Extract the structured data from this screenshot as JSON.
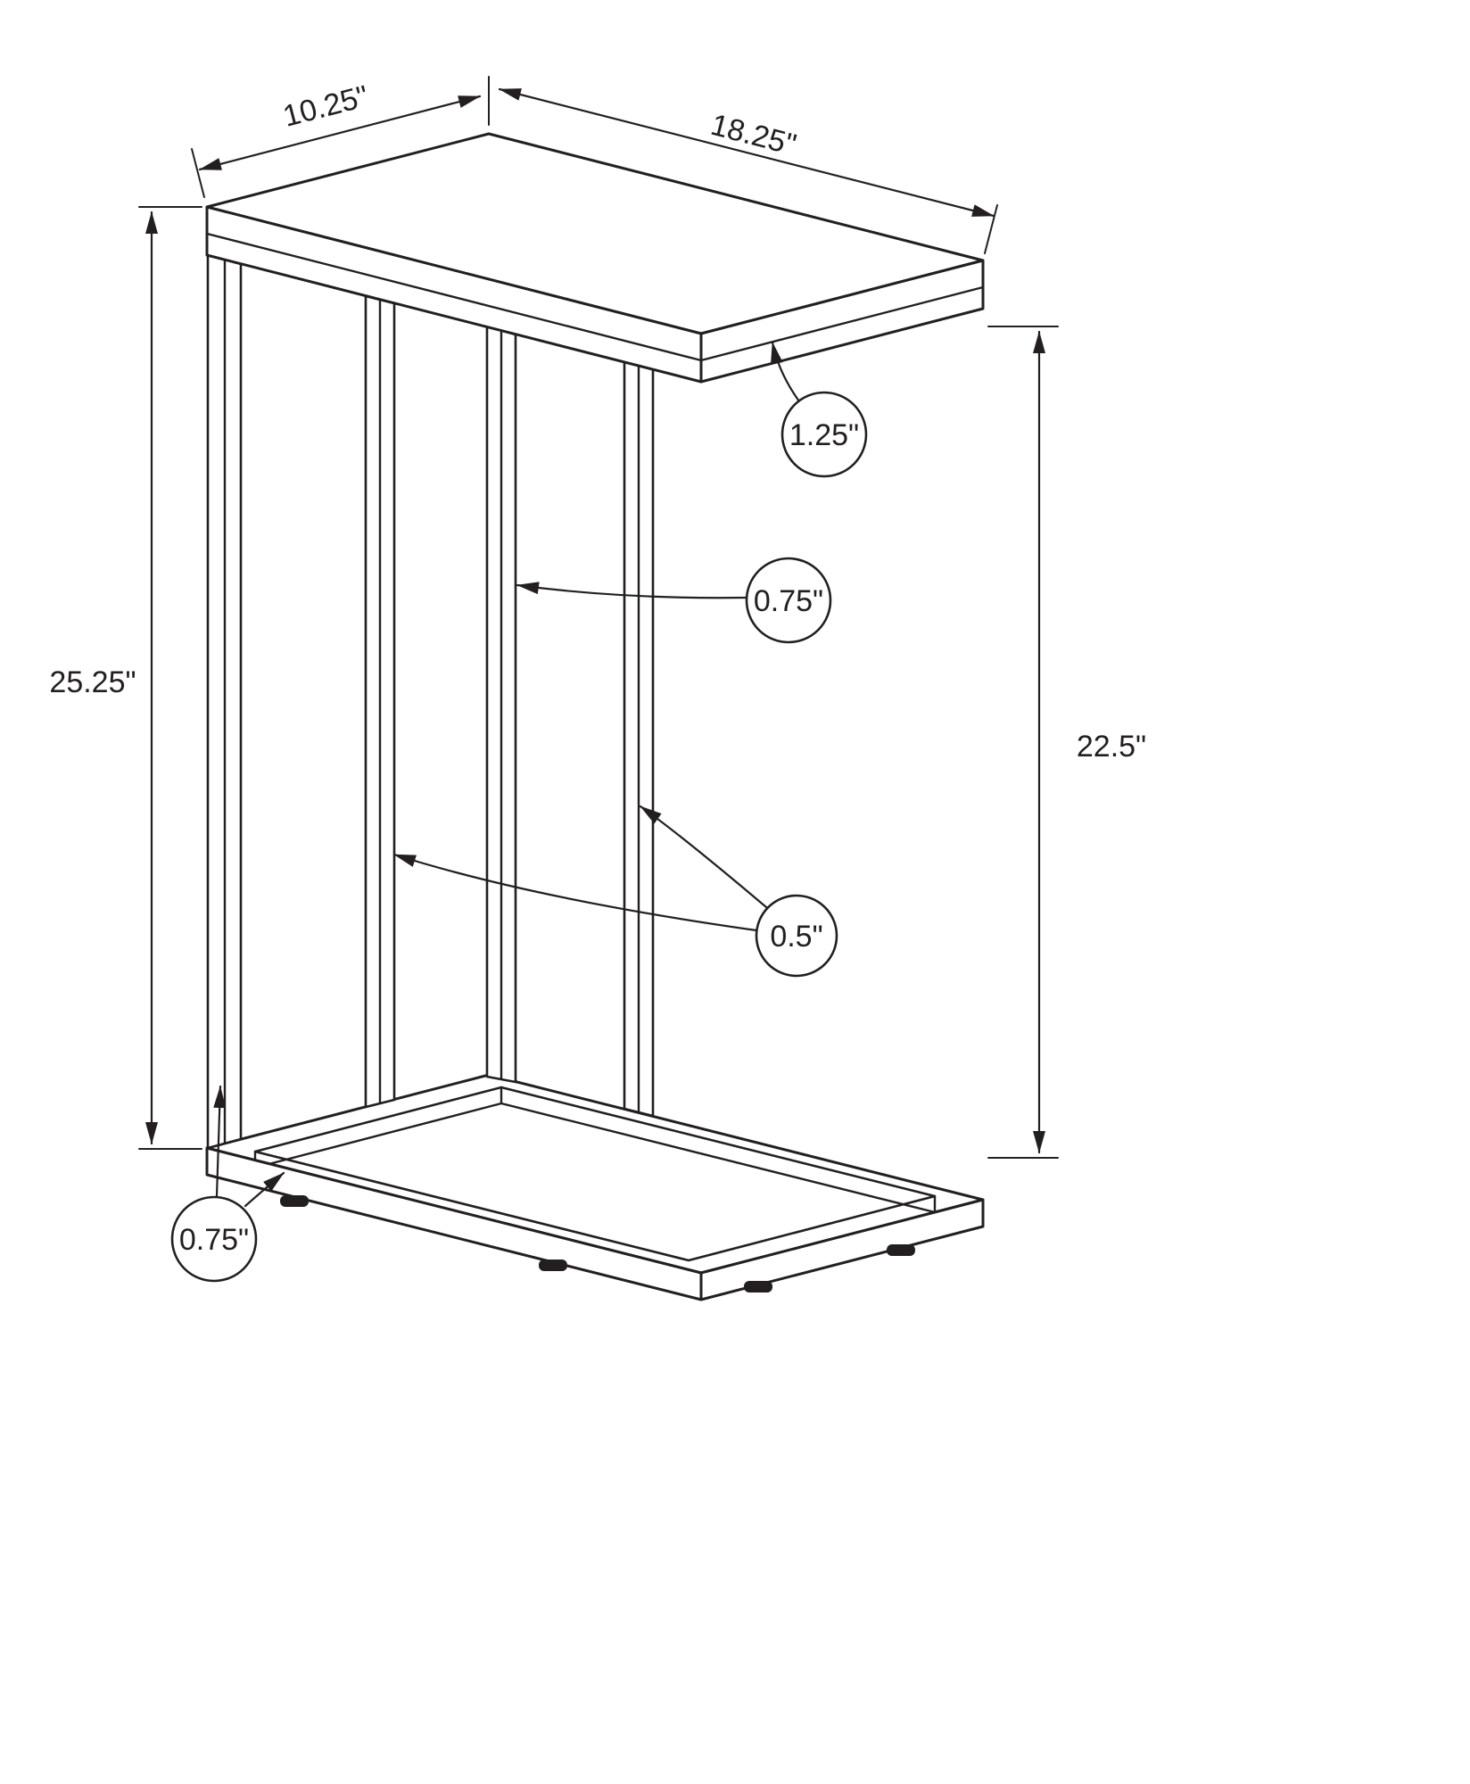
{
  "title": "Accent table dimension diagram",
  "colors": {
    "line": "#231f20",
    "background": "#ffffff"
  },
  "dimensions": {
    "top_depth": "10.25\"",
    "top_width": "18.25\"",
    "overall_height": "25.25\"",
    "top_thickness": "1.25\"",
    "support_width": "0.75\"",
    "clearance_height": "22.5\"",
    "leg_width": "0.5\"",
    "base_height": "0.75\""
  }
}
